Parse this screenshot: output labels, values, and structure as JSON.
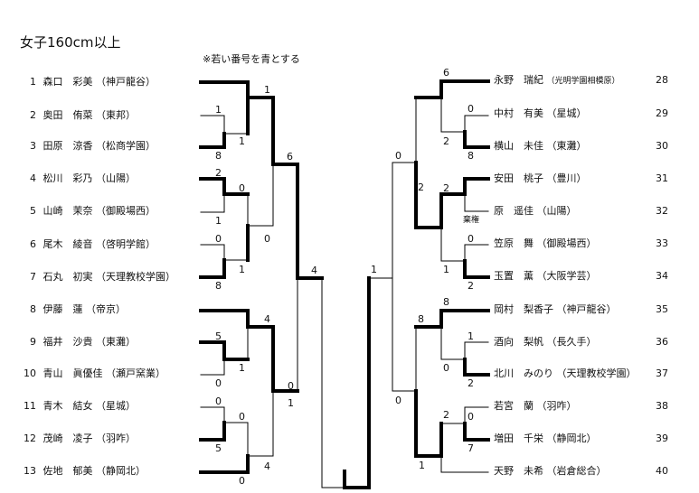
{
  "title": "女子160cm以上",
  "note": "※若い番号を青とする",
  "left_players": [
    {
      "num": "1",
      "name": "森口　彩美",
      "team": "（神戸龍谷）"
    },
    {
      "num": "2",
      "name": "奥田　侑菜",
      "team": "（東邦）"
    },
    {
      "num": "3",
      "name": "田原　涼香",
      "team": "（松商学園）"
    },
    {
      "num": "4",
      "name": "松川　彩乃",
      "team": "（山陽）"
    },
    {
      "num": "5",
      "name": "山崎　茉奈",
      "team": "（御殿場西）"
    },
    {
      "num": "6",
      "name": "尾木　綾音",
      "team": "（啓明学館）"
    },
    {
      "num": "7",
      "name": "石丸　初実",
      "team": "（天理教校学園）"
    },
    {
      "num": "8",
      "name": "伊藤　蓮",
      "team": "（帝京）"
    },
    {
      "num": "9",
      "name": "福井　沙貴",
      "team": "（東灘）"
    },
    {
      "num": "10",
      "name": "青山　眞優佳",
      "team": "（瀬戸窯業）"
    },
    {
      "num": "11",
      "name": "青木　結女",
      "team": "（星城）"
    },
    {
      "num": "12",
      "name": "茂崎　凌子",
      "team": "（羽咋）"
    },
    {
      "num": "13",
      "name": "佐地　郁美",
      "team": "（静岡北）"
    }
  ],
  "right_players": [
    {
      "num": "28",
      "name": "永野　瑞紀",
      "team": "（光明学園相模原）"
    },
    {
      "num": "29",
      "name": "中村　有美",
      "team": "（星城）"
    },
    {
      "num": "30",
      "name": "横山　未佳",
      "team": "（東灘）"
    },
    {
      "num": "31",
      "name": "安田　桃子",
      "team": "（豊川）"
    },
    {
      "num": "32",
      "name": "原　遥佳",
      "team": "（山陽）"
    },
    {
      "num": "33",
      "name": "笠原　舞",
      "team": "（御殿場西）"
    },
    {
      "num": "34",
      "name": "玉置　薫",
      "team": "（大阪学芸）"
    },
    {
      "num": "35",
      "name": "岡村　梨香子",
      "team": "（神戸龍谷）"
    },
    {
      "num": "36",
      "name": "酒向　梨帆",
      "team": "（長久手）"
    },
    {
      "num": "37",
      "name": "北川　みのり",
      "team": "（天理教校学園）"
    },
    {
      "num": "38",
      "name": "若宮　蘭",
      "team": "（羽咋）"
    },
    {
      "num": "39",
      "name": "増田　千栄",
      "team": "（静岡北）"
    },
    {
      "num": "40",
      "name": "天野　未希",
      "team": "（岩倉総合）"
    }
  ],
  "scores": {
    "l_2v3_top": "1",
    "l_2v3_bot": "8",
    "l_4v5_top": "2",
    "l_4v5_bot": "1",
    "l_6v7_top": "0",
    "l_6v7_bot": "8",
    "l_9v10_top": "5",
    "l_9v10_bot": "0",
    "l_11v12_top": "0",
    "l_11v12_bot": "5",
    "l_r2a_top": "1",
    "l_r2a_bot": "1",
    "l_r2b_top": "0",
    "l_r2b_bot": "1",
    "l_r2c_top": "4",
    "l_r2c_bot": "1",
    "l_r2d_top": "0",
    "l_r2d_bot": "0",
    "l_r3a_top": "6",
    "l_r3a_bot": "0",
    "l_r3b_top": "4",
    "l_r3b_bot": "1",
    "l_semi": "4",
    "r_29v30_top": "0",
    "r_29v30_bot": "8",
    "r_33v34_top": "0",
    "r_33v34_bot": "2",
    "r_36v37_top": "1",
    "r_36v37_bot": "2",
    "r_38v39_top": "0",
    "r_38v39_bot": "7",
    "r_r2a_top": "6",
    "r_r2a_bot": "2",
    "r_r2b_top": "2",
    "r_r2b_bot": "1",
    "r_r2c_top": "8",
    "r_r2c_bot": "0",
    "r_r2d_top": "2",
    "r_r2d_bot": "1",
    "r_r3a_top": "0",
    "r_r3b_top": "2",
    "r_r3a_bot": "0",
    "r_semi": "1",
    "kiken": "棄権"
  }
}
